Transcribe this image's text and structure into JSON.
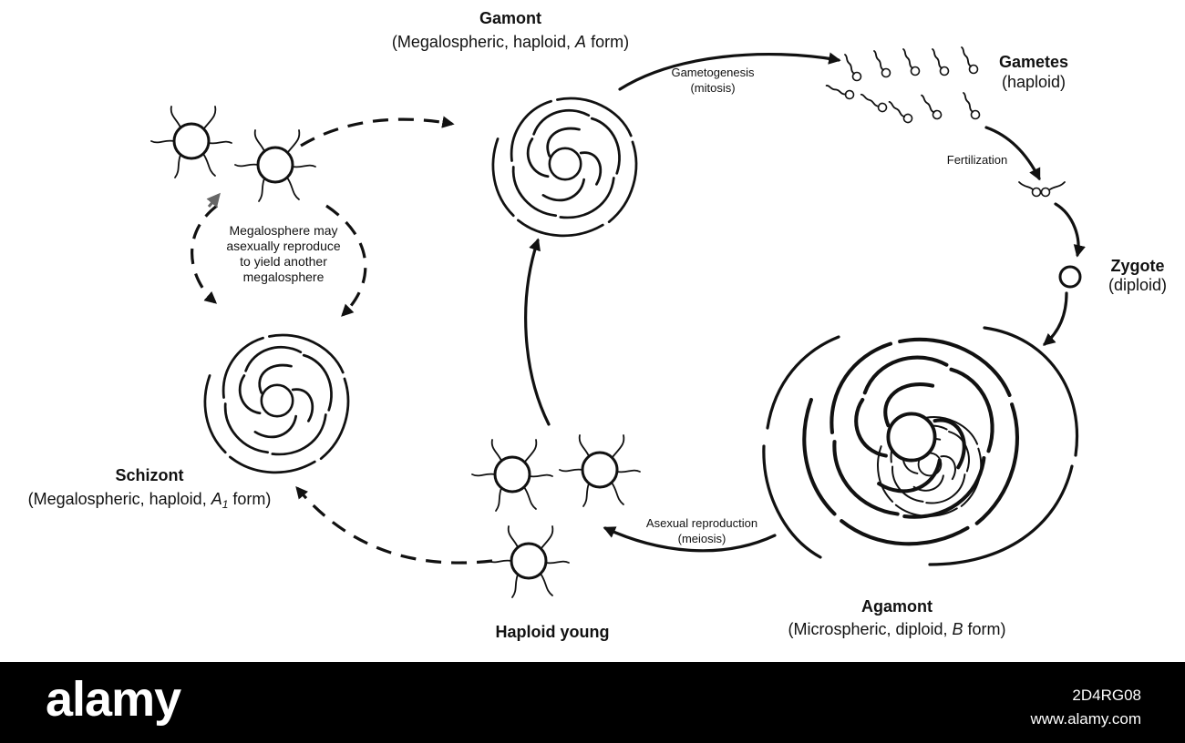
{
  "labels": {
    "gamont_title": "Gamont",
    "gamont_sub_pre": "(Megalospheric, haploid, ",
    "gamont_sub_it": "A",
    "gamont_sub_post": " form)",
    "gametes_title": "Gametes",
    "gametes_sub": "(haploid)",
    "zygote_title": "Zygote",
    "zygote_sub": "(diploid)",
    "agamont_title": "Agamont",
    "agamont_sub_pre": "(Microspheric, diploid, ",
    "agamont_sub_it": "B",
    "agamont_sub_post": " form)",
    "schizont_title": "Schizont",
    "schizont_sub_pre": "(Megalospheric, haploid, ",
    "schizont_sub_it": "A",
    "schizont_sub_sub": "1",
    "schizont_sub_post": " form)",
    "haploid_young": "Haploid young"
  },
  "processes": {
    "gametogenesis_1": "Gametogenesis",
    "gametogenesis_2": "(mitosis)",
    "fertilization": "Fertilization",
    "asexual_1": "Asexual reproduction",
    "asexual_2": "(meiosis)",
    "megalosphere_1": "Megalosphere may",
    "megalosphere_2": "asexually reproduce",
    "megalosphere_3": "to yield another",
    "megalosphere_4": "megalosphere"
  },
  "footer": {
    "logo": "alamy",
    "image_id": "2D4RG08",
    "site": "www.alamy.com"
  }
}
